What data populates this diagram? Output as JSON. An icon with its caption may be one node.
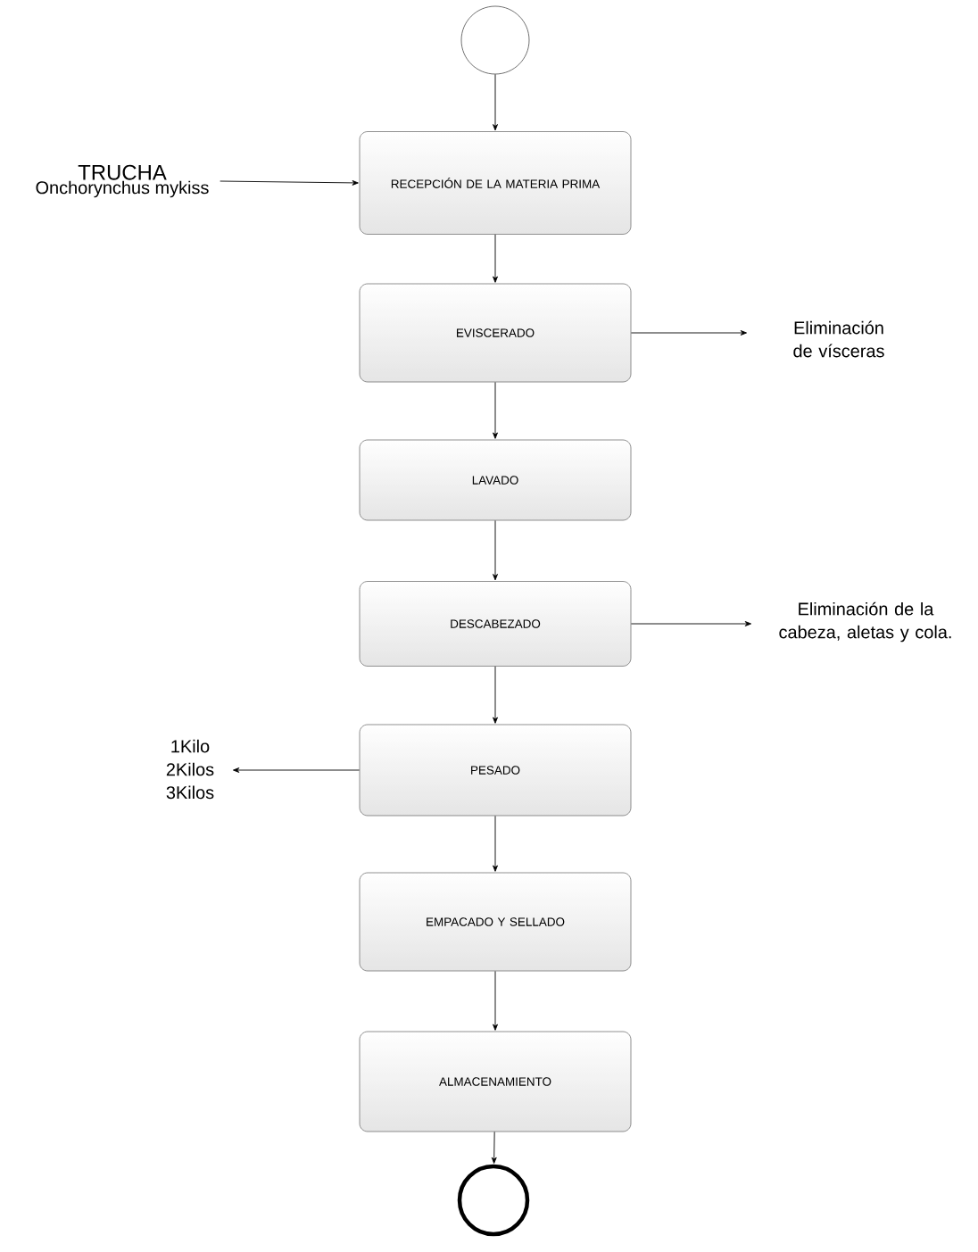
{
  "diagram": {
    "nodes": [
      {
        "text": [],
        "shape": "circle"
      },
      {
        "text": [
          "RECEPCIÓN DE LA MATERIA PRIMA"
        ]
      },
      {
        "text": [
          "EVISCERADO"
        ]
      },
      {
        "text": [
          "LAVADO"
        ]
      },
      {
        "text": [
          "DESCABEZADO"
        ]
      },
      {
        "text": [
          "PESADO"
        ]
      },
      {
        "text": [
          "EMPACADO Y SELLADO"
        ]
      },
      {
        "text": [
          "ALMACENAMIENTO"
        ]
      },
      {
        "text": [],
        "shape": "circle"
      },
      {
        "text": [
          "TRUCHA",
          "Onchorynchus mykiss"
        ]
      },
      {
        "text": [
          "Eliminación de vísceras"
        ]
      },
      {
        "text": [
          "Eliminación de la cabeza, aletas y cola."
        ]
      },
      {
        "text": [
          "1Kilo 2Kilos 3Kilos"
        ]
      }
    ],
    "edges": [
      {
        "from": 0,
        "to": 1,
        "arrow": "to"
      },
      {
        "from": 1,
        "to": 2,
        "arrow": "to"
      },
      {
        "from": 2,
        "to": 3,
        "arrow": "to"
      },
      {
        "from": 3,
        "to": 4,
        "arrow": "to"
      },
      {
        "from": 4,
        "to": 5,
        "arrow": "to"
      },
      {
        "from": 5,
        "to": 6,
        "arrow": "to"
      },
      {
        "from": 6,
        "to": 7,
        "arrow": "to"
      },
      {
        "from": 7,
        "to": 8,
        "arrow": "to"
      },
      {
        "from": 9,
        "to": 1,
        "arrow": "to"
      },
      {
        "from": 2,
        "to": 10,
        "arrow": "to"
      },
      {
        "from": 4,
        "to": 11,
        "arrow": "to"
      },
      {
        "from": 5,
        "to": 12,
        "arrow": "to"
      }
    ]
  }
}
